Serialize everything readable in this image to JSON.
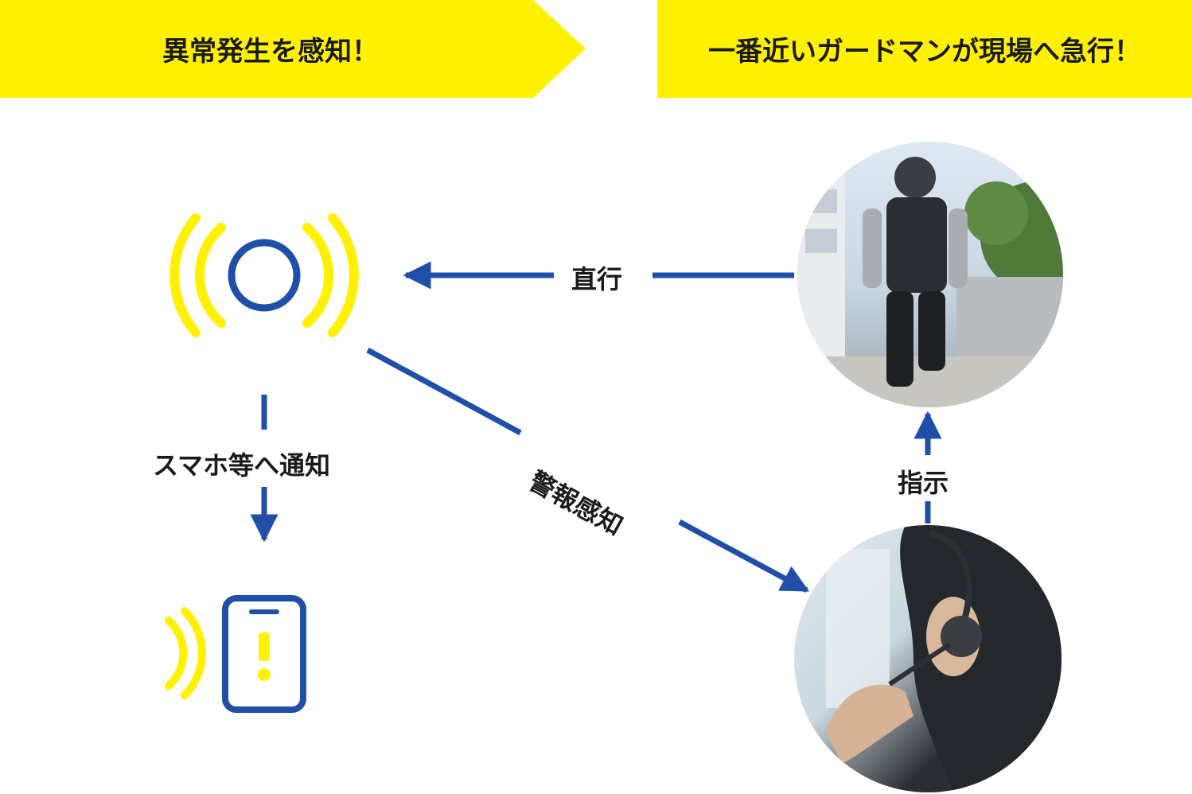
{
  "banners": {
    "left_text": "異常発生を感知！",
    "right_text": "一番近いガードマンが現場へ急行！"
  },
  "labels": {
    "direct": "直行",
    "notify": "スマホ等へ通知",
    "alarm": "警報感知",
    "instruct": "指示"
  },
  "colors": {
    "yellow": "#fff100",
    "blue": "#1f4fa8",
    "text": "#1a1a1a"
  },
  "icons": {
    "sensor": "sensor-signal-icon",
    "phone": "smartphone-alert-icon",
    "guard_photo": "security-guard-running-photo",
    "operator_photo": "operator-headset-photo"
  }
}
